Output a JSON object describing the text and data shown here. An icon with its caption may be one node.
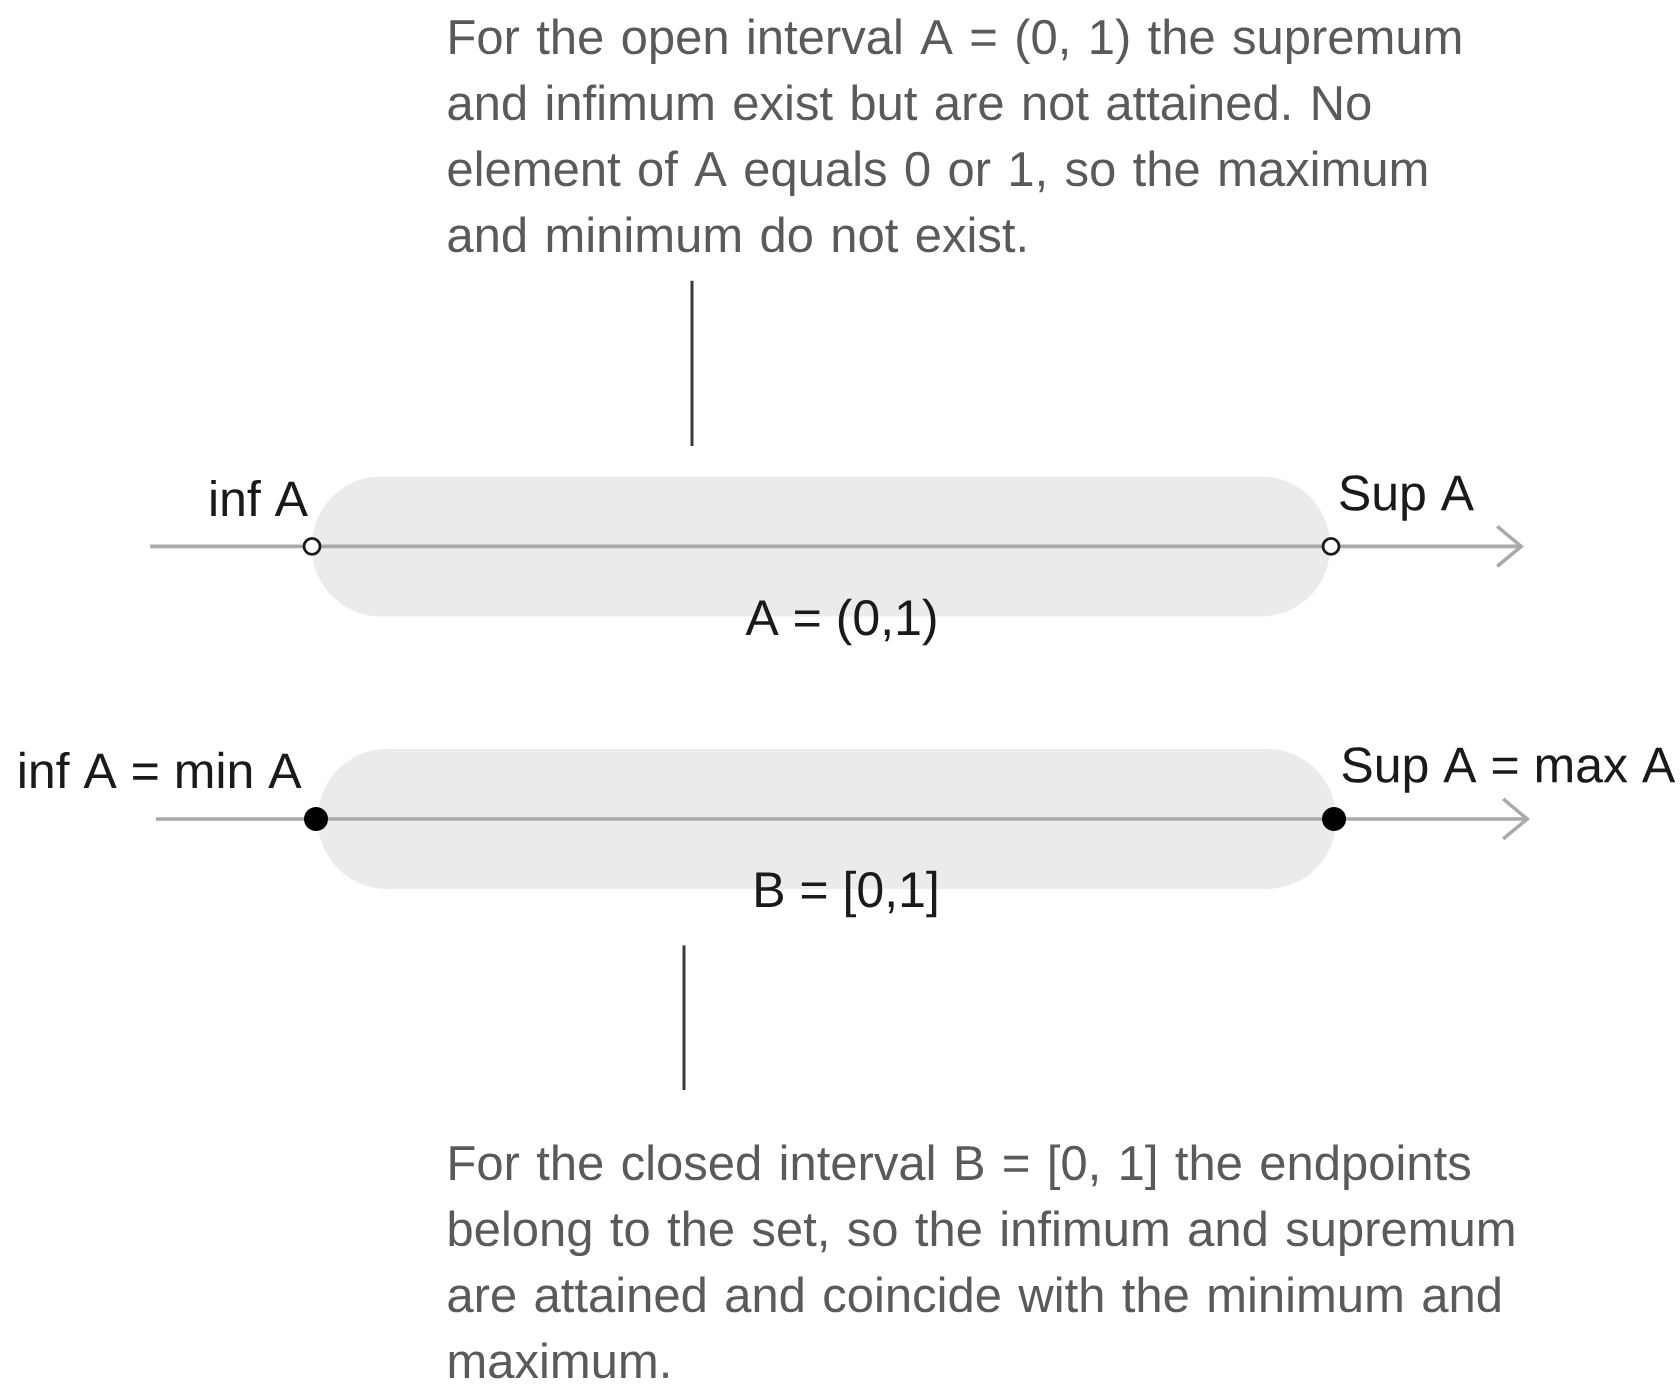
{
  "diagram": {
    "nodes": [
      {
        "text": [
          "For the open interval A = (0, 1) the supremum and infimum exist but are not attained. No element of A equals 0 or 1, so the maximum and minimum do not exist."
        ]
      },
      {
        "text": [
          "A = (0,1)"
        ]
      },
      {
        "text": [
          "B = [0,1]"
        ]
      },
      {
        "text": [
          "For the closed interval B = [0, 1] the endpoints belong to the set, so the infimum and supremum are attained and coincide with the minimum and maximum."
        ]
      }
    ],
    "edges": [
      {
        "from": 0,
        "to": 1,
        "arrow": "none"
      },
      {
        "from": 3,
        "to": 2,
        "arrow": "none"
      }
    ],
    "labels": [
      "inf A",
      "Sup A",
      "inf A = min A",
      "Sup A = max A"
    ]
  }
}
